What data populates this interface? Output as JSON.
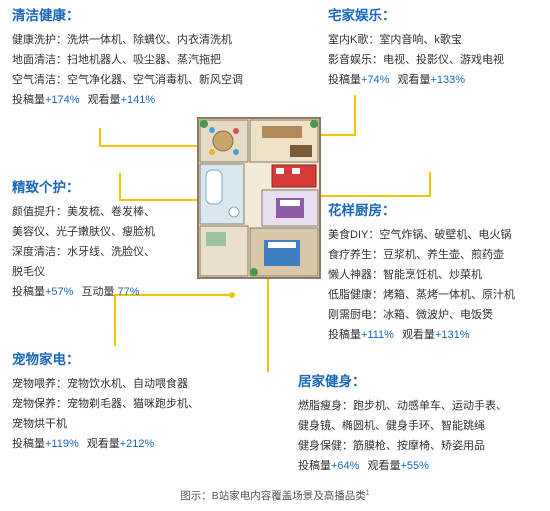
{
  "sections": {
    "clean": {
      "title": "清洁健康：",
      "lines": [
        "健康洗护：洗烘一体机、除螨仪、内衣清洗机",
        "地面清洁：扫地机器人、吸尘器、蒸汽拖把",
        "空气清洁：空气净化器、空气消毒机、新风空调"
      ],
      "stat": {
        "l1": "投稿量",
        "v1": "+174%",
        "l2": "观看量",
        "v2": "+141%"
      }
    },
    "entertain": {
      "title": "宅家娱乐：",
      "lines": [
        "室内K歌：室内音响、k歌宝",
        "影音娱乐：电视、投影仪、游戏电视"
      ],
      "stat": {
        "l1": "投稿量",
        "v1": "+74%",
        "l2": "观看量",
        "v2": "+133%"
      }
    },
    "care": {
      "title": "精致个护：",
      "lines": [
        "颜值提升：美发梳、卷发棒、",
        "美容仪、光子嫩肤仪、瘦脸机",
        "深度清洁：水牙线、洗脸仪、",
        "脱毛仪"
      ],
      "stat": {
        "l1": "投稿量",
        "v1": "+57%",
        "l2": "互动量",
        "v2": " 77%"
      }
    },
    "kitchen": {
      "title": "花样厨房：",
      "lines": [
        "美食DIY：空气炸锅、破壁机、电火锅",
        "食疗养生：豆浆机、养生壶、煎药壶",
        "懒人神器：智能烹饪机、炒菜机",
        "低脂健康：烤箱、蒸烤一体机、原汁机",
        "刚需厨电：冰箱、微波炉、电饭煲"
      ],
      "stat": {
        "l1": "投稿量",
        "v1": "+111%",
        "l2": "观看量",
        "v2": "+131%"
      }
    },
    "pet": {
      "title": "宠物家电：",
      "lines": [
        "宠物喂养：宠物饮水机、自动喂食器",
        "宠物保养：宠物剃毛器、猫咪跑步机、",
        "宠物烘干机"
      ],
      "stat": {
        "l1": "投稿量",
        "v1": "+119%",
        "l2": "观看量",
        "v2": "+212%"
      }
    },
    "fitness": {
      "title": "居家健身：",
      "lines": [
        "燃脂瘦身：跑步机、动感单车、运动手表、",
        "健身镜、椭圆机、健身手环、智能跳绳",
        "健身保健：筋膜枪、按摩椅、矫姿用品"
      ],
      "stat": {
        "l1": "投稿量",
        "v1": "+64%",
        "l2": "观看量",
        "v2": "+55%"
      }
    }
  },
  "caption": {
    "text": "图示：B站家电内容覆盖场景及高播品类",
    "sup": "1"
  },
  "colors": {
    "accent": "#1b67b8",
    "connector": "#f5c400",
    "text": "#333333"
  }
}
